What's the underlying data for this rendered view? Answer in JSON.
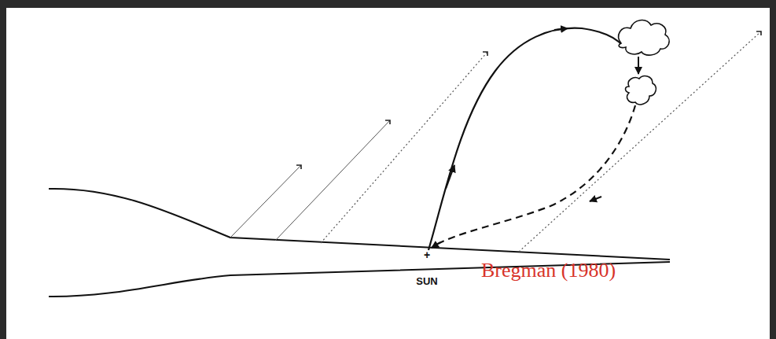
{
  "diagram": {
    "labels": [
      "+",
      "SUN",
      "Bregman (1980)"
    ]
  }
}
